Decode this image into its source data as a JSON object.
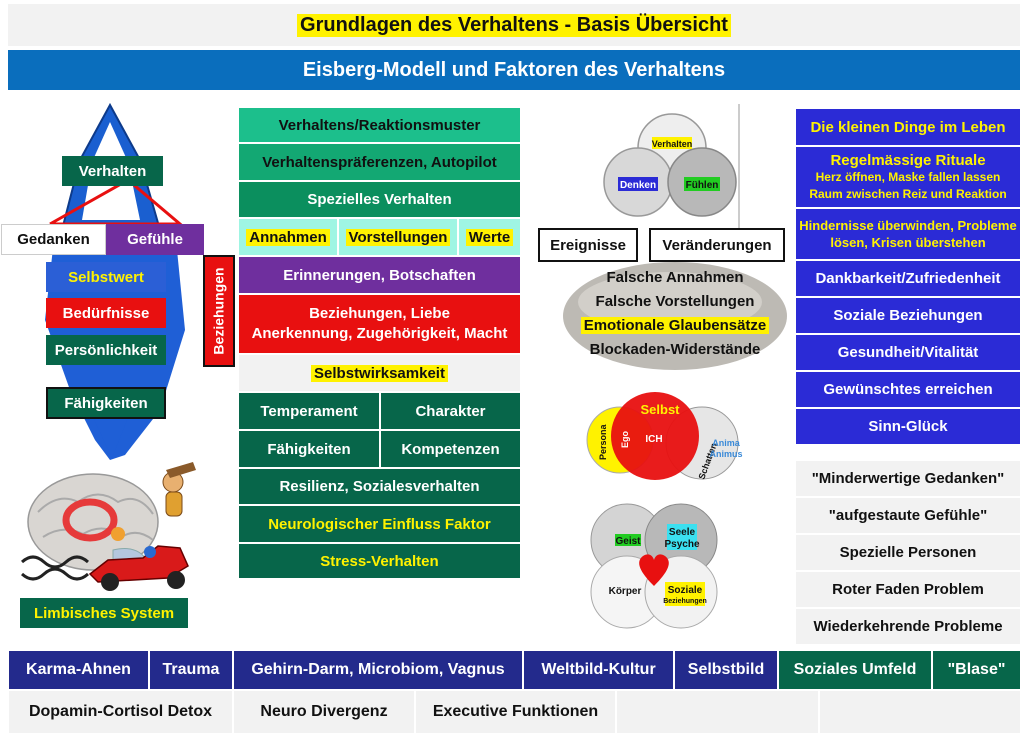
{
  "colors": {
    "dark_green": "#07664a",
    "green": "#0b8f5e",
    "teal": "#1cbf8c",
    "purple": "#6f2f9e",
    "red": "#e81010",
    "blue": "#2b2bd6",
    "navy": "#232a8c",
    "yellow": "#fff200",
    "header_blue": "#0a6ebd"
  },
  "header": {
    "title": "Grundlagen des Verhaltens - Basis Übersicht",
    "subtitle": "Eisberg-Modell und Faktoren des Verhaltens"
  },
  "iceberg": {
    "top": "Verhalten",
    "left": "Gedanken",
    "right": "Gefühle",
    "items": [
      "Selbstwert",
      "Bedürfnisse",
      "Persönlichkeit",
      "Fähigkeiten"
    ],
    "limbic": "Limbisches System"
  },
  "side_label": "Beziehungen",
  "center": {
    "row1": "Verhaltens/Reaktionsmuster",
    "row2": "Verhaltenspräferenzen, Autopilot",
    "row3": "Spezielles Verhalten",
    "row4": [
      "Annahmen",
      "Vorstellungen",
      "Werte"
    ],
    "row5": "Erinnerungen, Botschaften",
    "row6": [
      "Beziehungen, Liebe",
      "Anerkennung, Zugehörigkeit, Macht"
    ],
    "row7": "Selbstwirksamkeit",
    "row8": [
      "Temperament",
      "Charakter"
    ],
    "row9": [
      "Fähigkeiten",
      "Kompetenzen"
    ],
    "row10": "Resilienz, Sozialesverhalten",
    "row11": "Neurologischer Einfluss Faktor",
    "row12": "Stress-Verhalten"
  },
  "venn1": {
    "top": "Verhalten",
    "left": "Denken",
    "right": "Fühlen"
  },
  "events": [
    "Ereignisse",
    "Veränderungen"
  ],
  "stone": [
    "Falsche Annahmen",
    "Falsche Vorstellungen",
    "Emotionale Glaubensätze",
    "Blockaden-Widerstände"
  ],
  "venn2": {
    "self": "Selbst",
    "ich": "ICH",
    "persona": "Persona",
    "ego": "Ego",
    "schatten": "Schatten",
    "anima": "Anima",
    "animus": "Animus"
  },
  "venn3": {
    "geist": "Geist",
    "seele": "Seele",
    "psyche": "Psyche",
    "koerper": "Körper",
    "soziale": "Soziale",
    "beziehungen": "Beziehungen"
  },
  "right": {
    "r1": "Die kleinen Dinge im Leben",
    "r2_title": "Regelmässige Rituale",
    "r2_lines": [
      "Herz öffnen, Maske fallen lassen",
      "Raum zwischen Reiz und Reaktion"
    ],
    "r3_lines": [
      "Hindernisse überwinden, Probleme",
      "lösen, Krisen überstehen"
    ],
    "items": [
      "Dankbarkeit/Zufriedenheit",
      "Soziale Beziehungen",
      "Gesundheit/Vitalität",
      "Gewünschtes erreichen",
      "Sinn-Glück"
    ],
    "grey": [
      "\"Minderwertige Gedanken\"",
      "\"aufgestaute Gefühle\"",
      "Spezielle Personen",
      "Roter Faden Problem",
      "Wiederkehrende Probleme"
    ]
  },
  "bottom1": [
    "Karma-Ahnen",
    "Trauma",
    "Gehirn-Darm, Microbiom, Vagnus",
    "Weltbild-Kultur",
    "Selbstbild",
    "Soziales Umfeld",
    "\"Blase\""
  ],
  "bottom2": [
    "Dopamin-Cortisol Detox",
    "Neuro Divergenz",
    "Executive Funktionen"
  ]
}
